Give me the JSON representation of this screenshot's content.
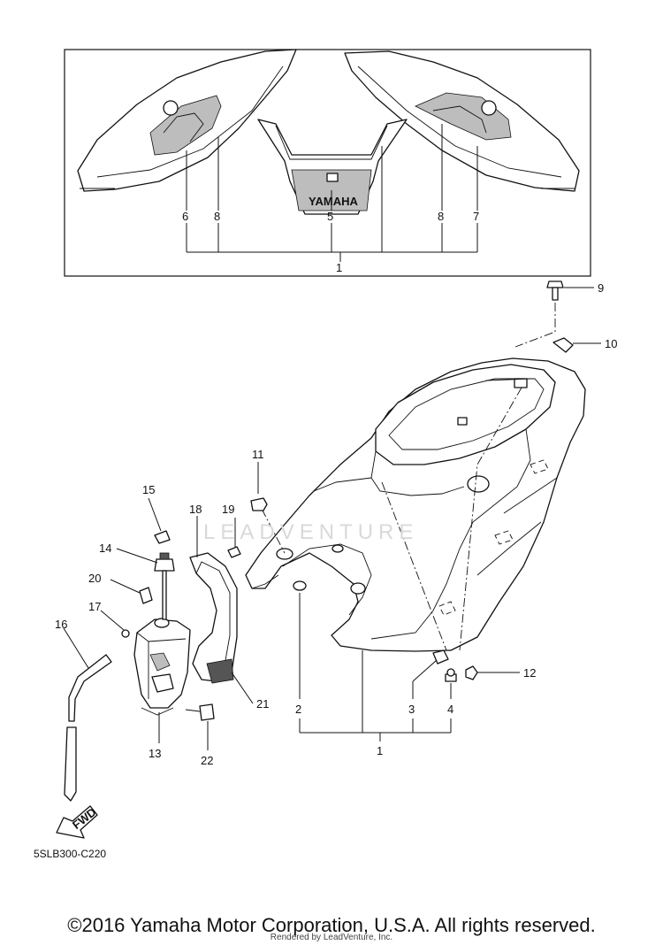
{
  "diagram": {
    "brand_text": "YAMAHA",
    "fwd_text": "FWD",
    "drawing_code": "5SLB300-C220",
    "copyright": "©2016 Yamaha Motor Corporation, U.S.A. All rights reserved.",
    "render_credit": "Rendered by LeadVenture, Inc.",
    "watermark": "LEADVENTURE",
    "callouts": {
      "c1_top": "1",
      "c5": "5",
      "c6": "6",
      "c7": "7",
      "c8_left": "8",
      "c8_right": "8",
      "c9": "9",
      "c10": "10",
      "c11": "11",
      "c12": "12",
      "c13": "13",
      "c14": "14",
      "c15": "15",
      "c16": "16",
      "c17": "17",
      "c18": "18",
      "c19": "19",
      "c20": "20",
      "c21": "21",
      "c22": "22",
      "c2": "2",
      "c3": "3",
      "c4": "4",
      "c1_bottom": "1"
    }
  }
}
